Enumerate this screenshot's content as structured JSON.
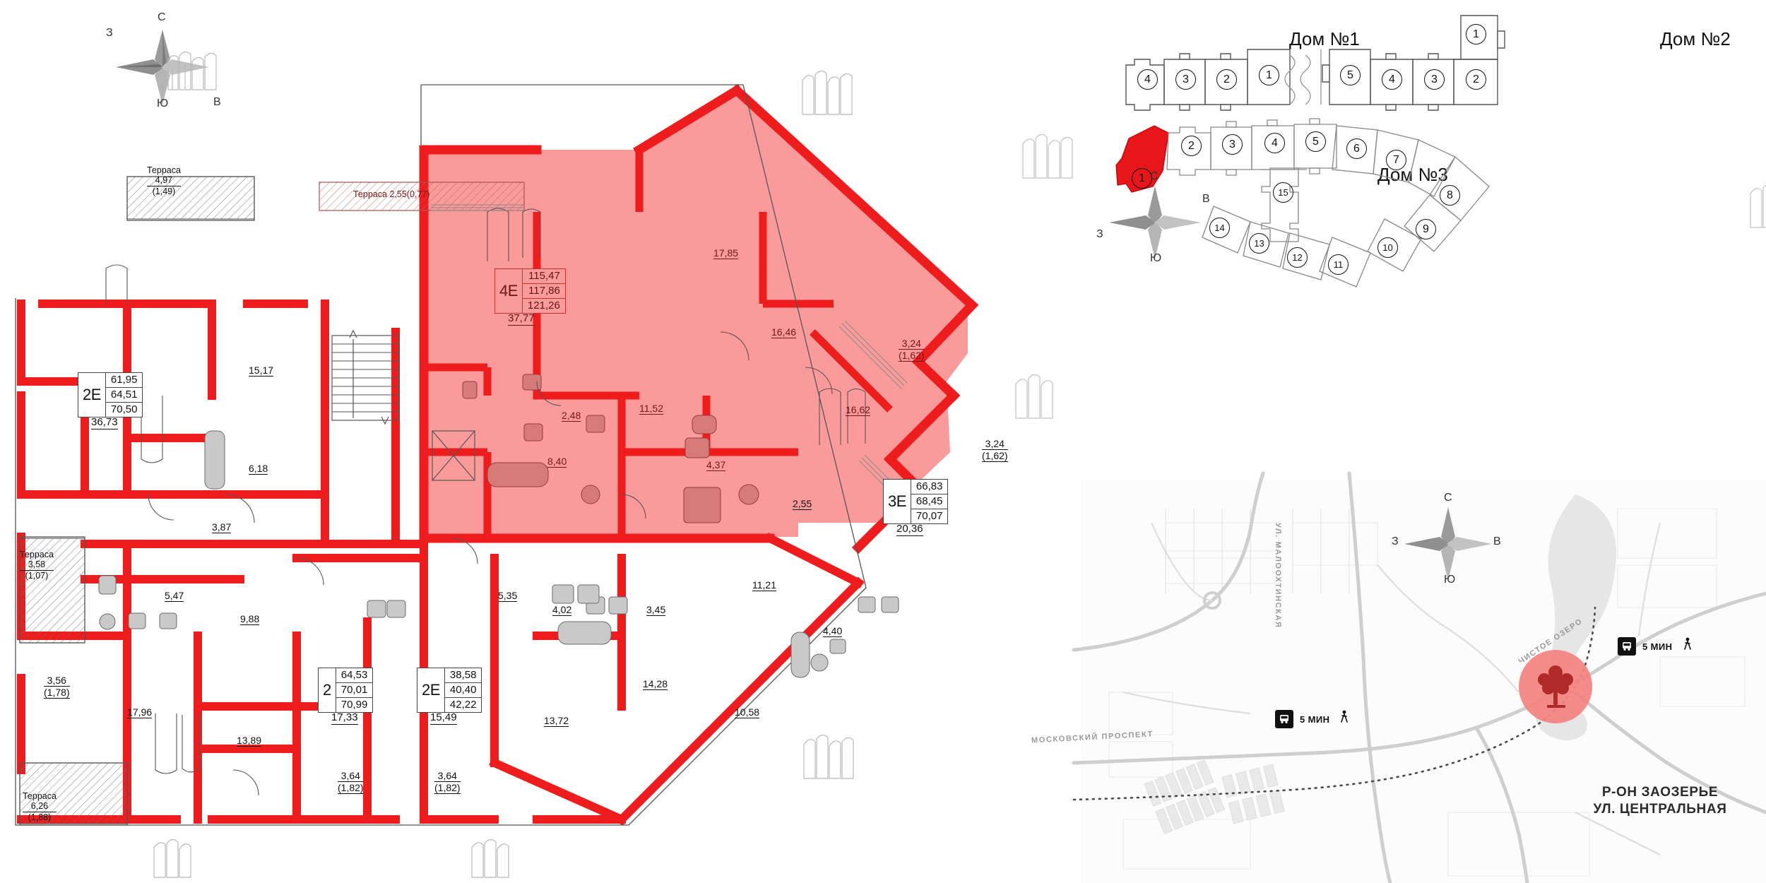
{
  "floorplan": {
    "highlighted_unit": {
      "code": "4E",
      "areas": [
        "115,47",
        "117,86",
        "121,26"
      ],
      "living_area": "37,77"
    },
    "units": [
      {
        "code": "2E",
        "areas": [
          "61,95",
          "64,51",
          "70,50"
        ],
        "living_area": "36,73"
      },
      {
        "code": "3E",
        "areas": [
          "66,83",
          "68,45",
          "70,07"
        ],
        "living_area": "20,36"
      },
      {
        "code": "2",
        "areas": [
          "64,53",
          "70,01",
          "70,99"
        ],
        "living_area": "17,33"
      },
      {
        "code": "2E",
        "areas": [
          "38,58",
          "40,40",
          "42,22"
        ],
        "living_area": "15,49"
      }
    ],
    "highlighted_rooms": [
      {
        "value": "17,85"
      },
      {
        "value": "16,46"
      },
      {
        "value": "16,62"
      },
      {
        "value": "11,52"
      },
      {
        "value": "8,40"
      },
      {
        "value": "4,37"
      },
      {
        "value": "2,48"
      },
      {
        "value": "2,55"
      }
    ],
    "highlighted_balconies": [
      {
        "value": "3,24",
        "coef": "(1,62)"
      },
      {
        "value": "3,24",
        "coef": "(1,62)"
      }
    ],
    "highlighted_terrace": {
      "name": "Терраса",
      "value": "2,55",
      "coef": "(0,77)"
    },
    "other_rooms": [
      {
        "value": "15,17"
      },
      {
        "value": "6,18"
      },
      {
        "value": "3,87"
      },
      {
        "value": "5,47"
      },
      {
        "value": "9,88"
      },
      {
        "value": "17,96"
      },
      {
        "value": "13,89"
      },
      {
        "value": "5,35"
      },
      {
        "value": "4,02"
      },
      {
        "value": "3,45"
      },
      {
        "value": "13,72"
      },
      {
        "value": "14,28"
      },
      {
        "value": "11,21"
      },
      {
        "value": "4,40"
      },
      {
        "value": "10,58"
      }
    ],
    "other_balconies": [
      {
        "value": "3,56",
        "coef": "(1,78)"
      },
      {
        "value": "3,64",
        "coef": "(1,82)"
      },
      {
        "value": "3,64",
        "coef": "(1,82)"
      }
    ],
    "terraces": [
      {
        "name": "Терраса",
        "value": "4,97",
        "coef": "(1,49)"
      },
      {
        "name": "Терраса",
        "value": "3,58",
        "coef": "(1,07)"
      },
      {
        "name": "Терраса",
        "value": "6,26",
        "coef": "(1,88)"
      }
    ],
    "compass": {
      "n": "С",
      "s": "Ю",
      "e": "В",
      "w": "З"
    }
  },
  "buildings": {
    "house1": {
      "title": "Дом №1",
      "sections": [
        "4",
        "3",
        "2",
        "1"
      ]
    },
    "house2": {
      "title": "Дом №2",
      "sections": [
        "5",
        "4",
        "3",
        "2",
        "1"
      ]
    },
    "house3": {
      "title": "Дом №3",
      "sections": [
        "1",
        "2",
        "3",
        "4",
        "5",
        "6",
        "7",
        "8",
        "9",
        "10",
        "11",
        "12",
        "13",
        "14",
        "15"
      ],
      "highlighted_section": "1",
      "highlight_color": "#e8161a"
    },
    "compass": {
      "n": "С",
      "s": "Ю",
      "e": "В",
      "w": "З"
    }
  },
  "map": {
    "caption_line1": "Р-ОН ЗАОЗЕРЬЕ",
    "caption_line2": "УЛ. ЦЕНТРАЛЬНАЯ",
    "transit": [
      {
        "icon": "bus-icon",
        "time": "5 МИН",
        "mode": "walk-icon"
      },
      {
        "icon": "bus-icon",
        "time": "5 МИН",
        "mode": "walk-icon"
      }
    ],
    "streets": [
      {
        "name": "МОСКОВСКИЙ ПРОСПЕКТ"
      },
      {
        "name": "УЛ. МАЛООХТИНСКАЯ"
      },
      {
        "name": "ЧИСТОЕ ОЗЕРО"
      }
    ],
    "compass": {
      "n": "С",
      "s": "Ю",
      "e": "В",
      "w": "З"
    },
    "marker_color": "#f4827f",
    "poi_icon": "tree-icon"
  }
}
